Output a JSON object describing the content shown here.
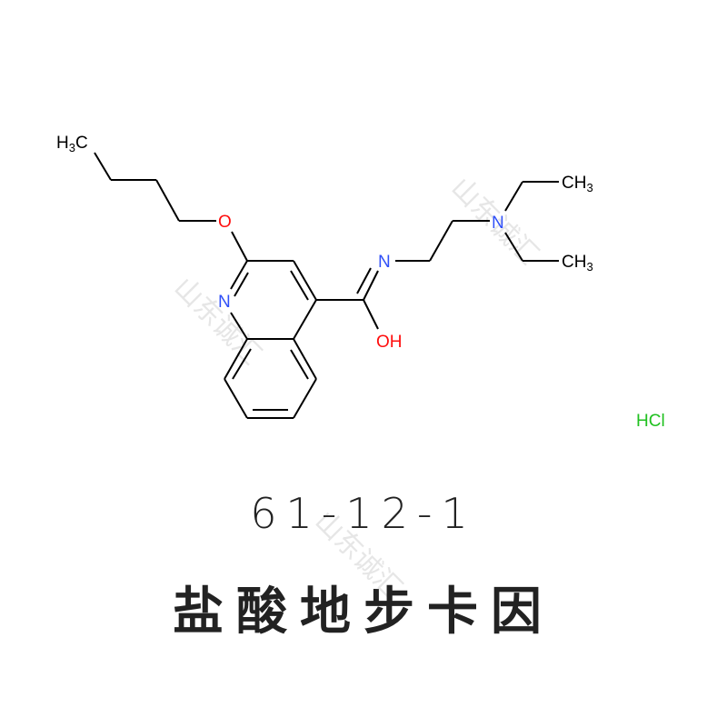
{
  "structure": {
    "labels": {
      "h3c_butyl": "H",
      "h3c_butyl_sub": "3",
      "h3c_butyl_c": "C",
      "ether_oxygen": "O",
      "ring_nitrogen": "N",
      "amide_nitrogen": "N",
      "hydroxyl": "OH",
      "amine_nitrogen": "N",
      "ethyl_top_c": "CH",
      "ethyl_top_sub": "3",
      "ethyl_bottom_c": "CH",
      "ethyl_bottom_sub": "3",
      "salt": "HCl"
    },
    "colors": {
      "bond": "#000000",
      "nitrogen": "#3050F8",
      "oxygen": "#FF0D0D",
      "chlorine": "#1FC01F",
      "watermark": "#e6e6e6",
      "title_text": "#222222"
    }
  },
  "cas_number": "61-12-1",
  "compound_name": "盐酸地步卡因",
  "watermark": {
    "text": "山东诚汇"
  }
}
